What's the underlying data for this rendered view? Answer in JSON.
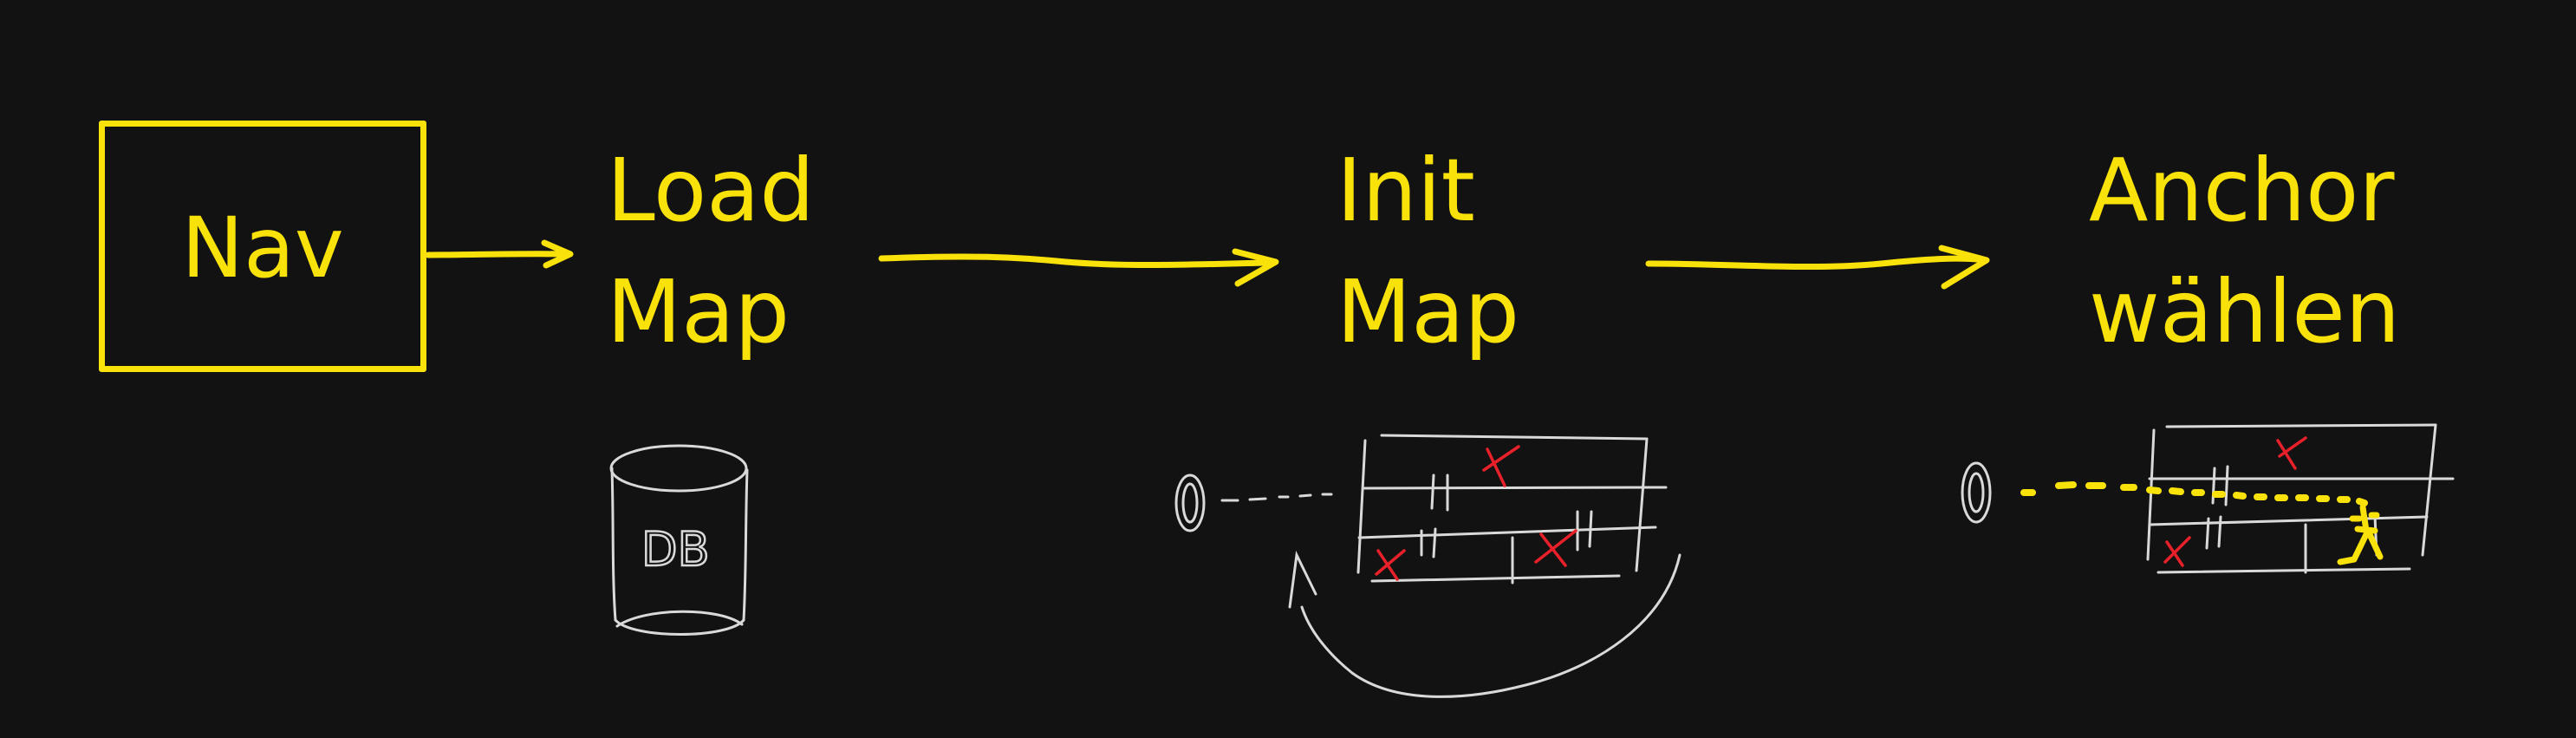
{
  "colors": {
    "background": "#121212",
    "accent": "#f9e20a",
    "sketch": "#d9d9d9",
    "mark": "#e8202a"
  },
  "steps": [
    {
      "id": "nav",
      "label": "Nav"
    },
    {
      "id": "load-map",
      "line1": "Load",
      "line2": "Map"
    },
    {
      "id": "init-map",
      "line1": "Init",
      "line2": "Map"
    },
    {
      "id": "choose-anchor",
      "line1": "Anchor",
      "line2": "wählen"
    }
  ],
  "db_label": "DB"
}
